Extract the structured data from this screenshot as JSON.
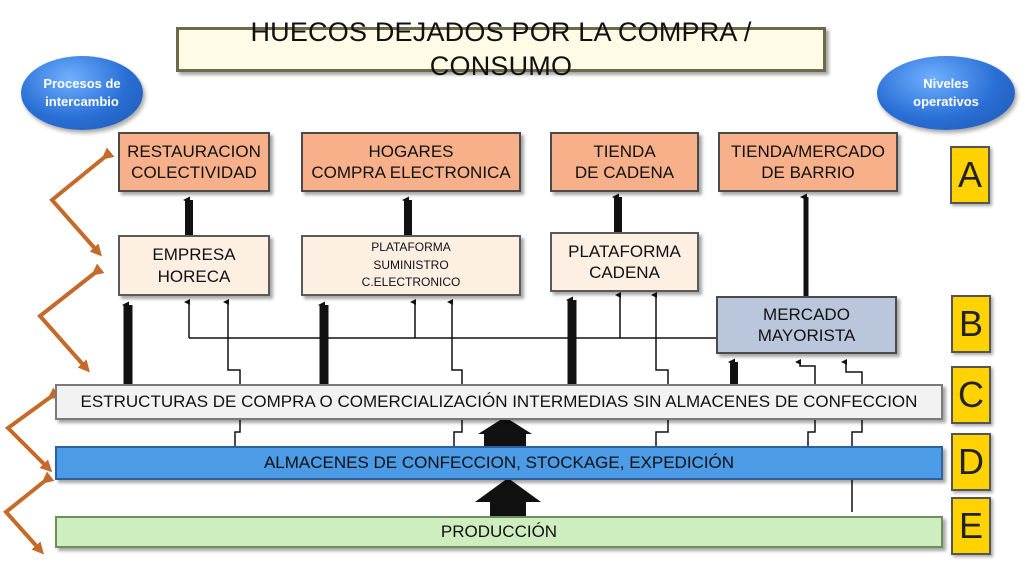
{
  "title": "HUECOS DEJADOS POR LA COMPRA / CONSUMO",
  "oval_left": "Procesos de\nintercambio",
  "oval_right": "Niveles\noperativos",
  "top_boxes": [
    "RESTAURACION\nCOLECTIVIDAD",
    "HOGARES\nCOMPRA ELECTRONICA",
    "TIENDA\nDE CADENA",
    "TIENDA/MERCADO\nDE BARRIO"
  ],
  "mid_boxes": [
    "EMPRESA\nHORECA",
    "PLATAFORMA\nSUMINISTRO\nC.ELECTRONICO",
    "PLATAFORMA\nCADENA"
  ],
  "mercado": "MERCADO\nMAYORISTA",
  "band_c": "ESTRUCTURAS DE COMPRA O COMERCIALIZACIÓN INTERMEDIAS SIN ALMACENES DE CONFECCION",
  "band_d": "ALMACENES DE CONFECCION, STOCKAGE, EXPEDICIÓN",
  "band_e": "PRODUCCIÓN",
  "levels": [
    "A",
    "B",
    "C",
    "D",
    "E"
  ],
  "colors": {
    "orange_box": "#f7b08a",
    "cream_box": "#fdf0e3",
    "gray_box": "#b9c6dc",
    "band_c": "#f2f2f2",
    "band_d": "#4c9be6",
    "band_e": "#cfeec0",
    "level_box": "#ffd200",
    "chevron": "#c46a2a"
  }
}
